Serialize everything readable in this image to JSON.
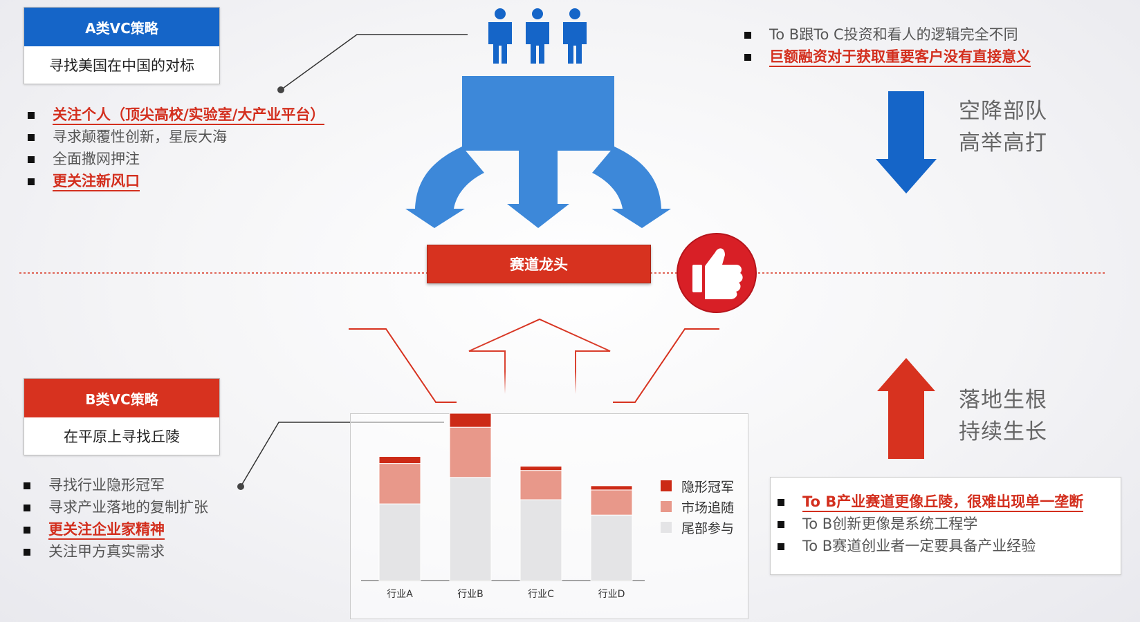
{
  "strategy_a": {
    "title": "A类VC策略",
    "subtitle": "寻找美国在中国的对标",
    "bullets": [
      {
        "text": "关注个人（顶尖高校/实验室/大产业平台）",
        "highlight": true
      },
      {
        "text": "寻求颠覆性创新，星辰大海",
        "highlight": false
      },
      {
        "text": "全面撒网押注",
        "highlight": false
      },
      {
        "text": "更关注新风口",
        "highlight": true
      }
    ],
    "color": "#1565c8"
  },
  "strategy_b": {
    "title": "B类VC策略",
    "subtitle": "在平原上寻找丘陵",
    "bullets": [
      {
        "text": "寻找行业隐形冠军",
        "highlight": false
      },
      {
        "text": "寻求产业落地的复制扩张",
        "highlight": false
      },
      {
        "text": "更关注企业家精神",
        "highlight": true
      },
      {
        "text": "关注甲方真实需求",
        "highlight": false
      }
    ],
    "color": "#d7321f"
  },
  "top_right": {
    "bullets": [
      {
        "text": "To B跟To C投资和看人的逻辑完全不同",
        "highlight": false
      },
      {
        "text": "巨额融资对于获取重要客户没有直接意义",
        "highlight": true
      }
    ]
  },
  "airborne": {
    "line1": "空降部队",
    "line2": "高举高打"
  },
  "rooted": {
    "line1": "落地生根",
    "line2": "持续生长"
  },
  "center_label": "赛道龙头",
  "bottom_right": {
    "bullets": [
      {
        "text": "To B产业赛道更像丘陵，很难出现单一垄断",
        "highlight": true
      },
      {
        "text": "To B创新更像是系统工程学",
        "highlight": false
      },
      {
        "text": "To B赛道创业者一定要具备产业经验",
        "highlight": false
      }
    ]
  },
  "icons": {
    "people": "person-icon",
    "thumb": "thumbs-up-icon"
  },
  "colors": {
    "blue": "#1565c8",
    "arrow_blue": "#3d88d9",
    "red": "#d7321f"
  },
  "chart_data": {
    "type": "bar",
    "stacked": true,
    "categories": [
      "行业A",
      "行业B",
      "行业C",
      "行业D"
    ],
    "series": [
      {
        "name": "尾部参与",
        "values": [
          110,
          148,
          116,
          94
        ],
        "color": "#e4e4e6"
      },
      {
        "name": "市场追随",
        "values": [
          58,
          72,
          42,
          36
        ],
        "color": "#e8988a"
      },
      {
        "name": "隐形冠军",
        "values": [
          10,
          20,
          6,
          6
        ],
        "color": "#cc2a16"
      }
    ],
    "ylim": [
      0,
      240
    ],
    "grid": false,
    "legend": "right"
  }
}
